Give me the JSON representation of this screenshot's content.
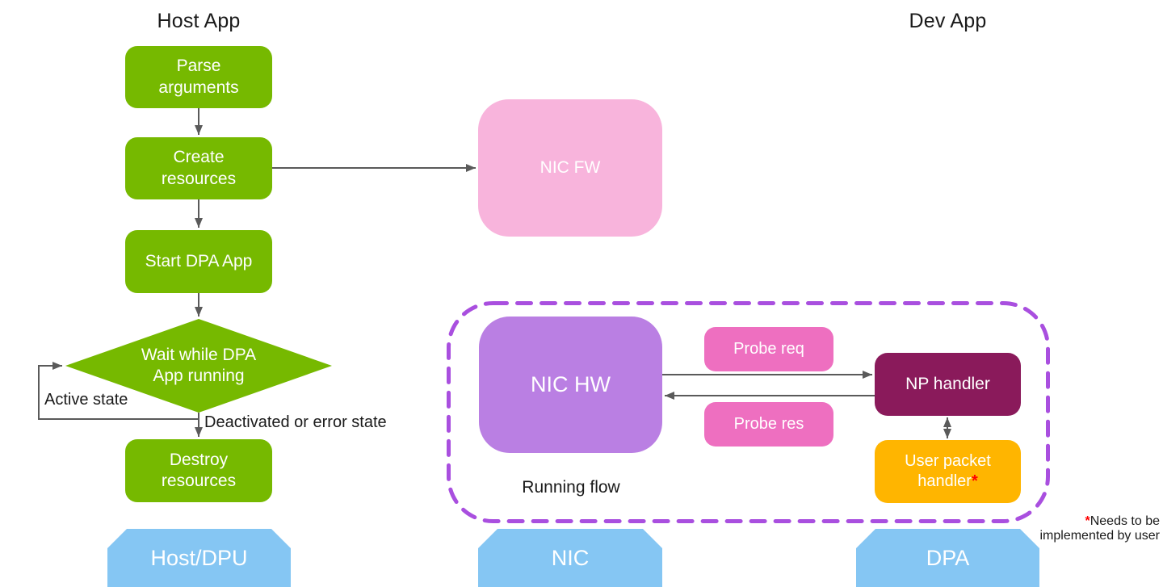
{
  "titles": {
    "host_app": "Host App",
    "dev_app": "Dev App"
  },
  "host_flow": {
    "parse_arguments": "Parse\narguments",
    "create_resources": "Create\nresources",
    "start_dpa_app": "Start DPA App",
    "wait_decision": "Wait while DPA\nApp running",
    "destroy_resources": "Destroy\nresources",
    "active_state_label": "Active state",
    "deactivated_label": "Deactivated or error state"
  },
  "nic_flow": {
    "nic_fw": "NIC FW",
    "nic_hw": "NIC HW",
    "probe_req": "Probe req",
    "probe_res": "Probe res",
    "np_handler": "NP handler",
    "user_packet_handler_label": "User packet\nhandler",
    "user_packet_handler_asterisk": "*",
    "running_flow_label": "Running flow"
  },
  "platforms": {
    "host_dpu": "Host/DPU",
    "nic": "NIC",
    "dpa": "DPA"
  },
  "note": {
    "asterisk": "*",
    "line1": "Needs to be",
    "line2": "implemented by user"
  },
  "colors": {
    "green": "#76B900",
    "blue": "#85C6F3",
    "light_pink": "#F8B4DC",
    "pink": "#EE6FC0",
    "purple": "#BA7FE3",
    "dark_magenta": "#8A1A5B",
    "orange": "#FFB500",
    "dash_purple": "#A94FDF",
    "arrow_gray": "#5A5A5A",
    "asterisk_red": "#FF0000",
    "text_black": "#1A1A1A"
  }
}
